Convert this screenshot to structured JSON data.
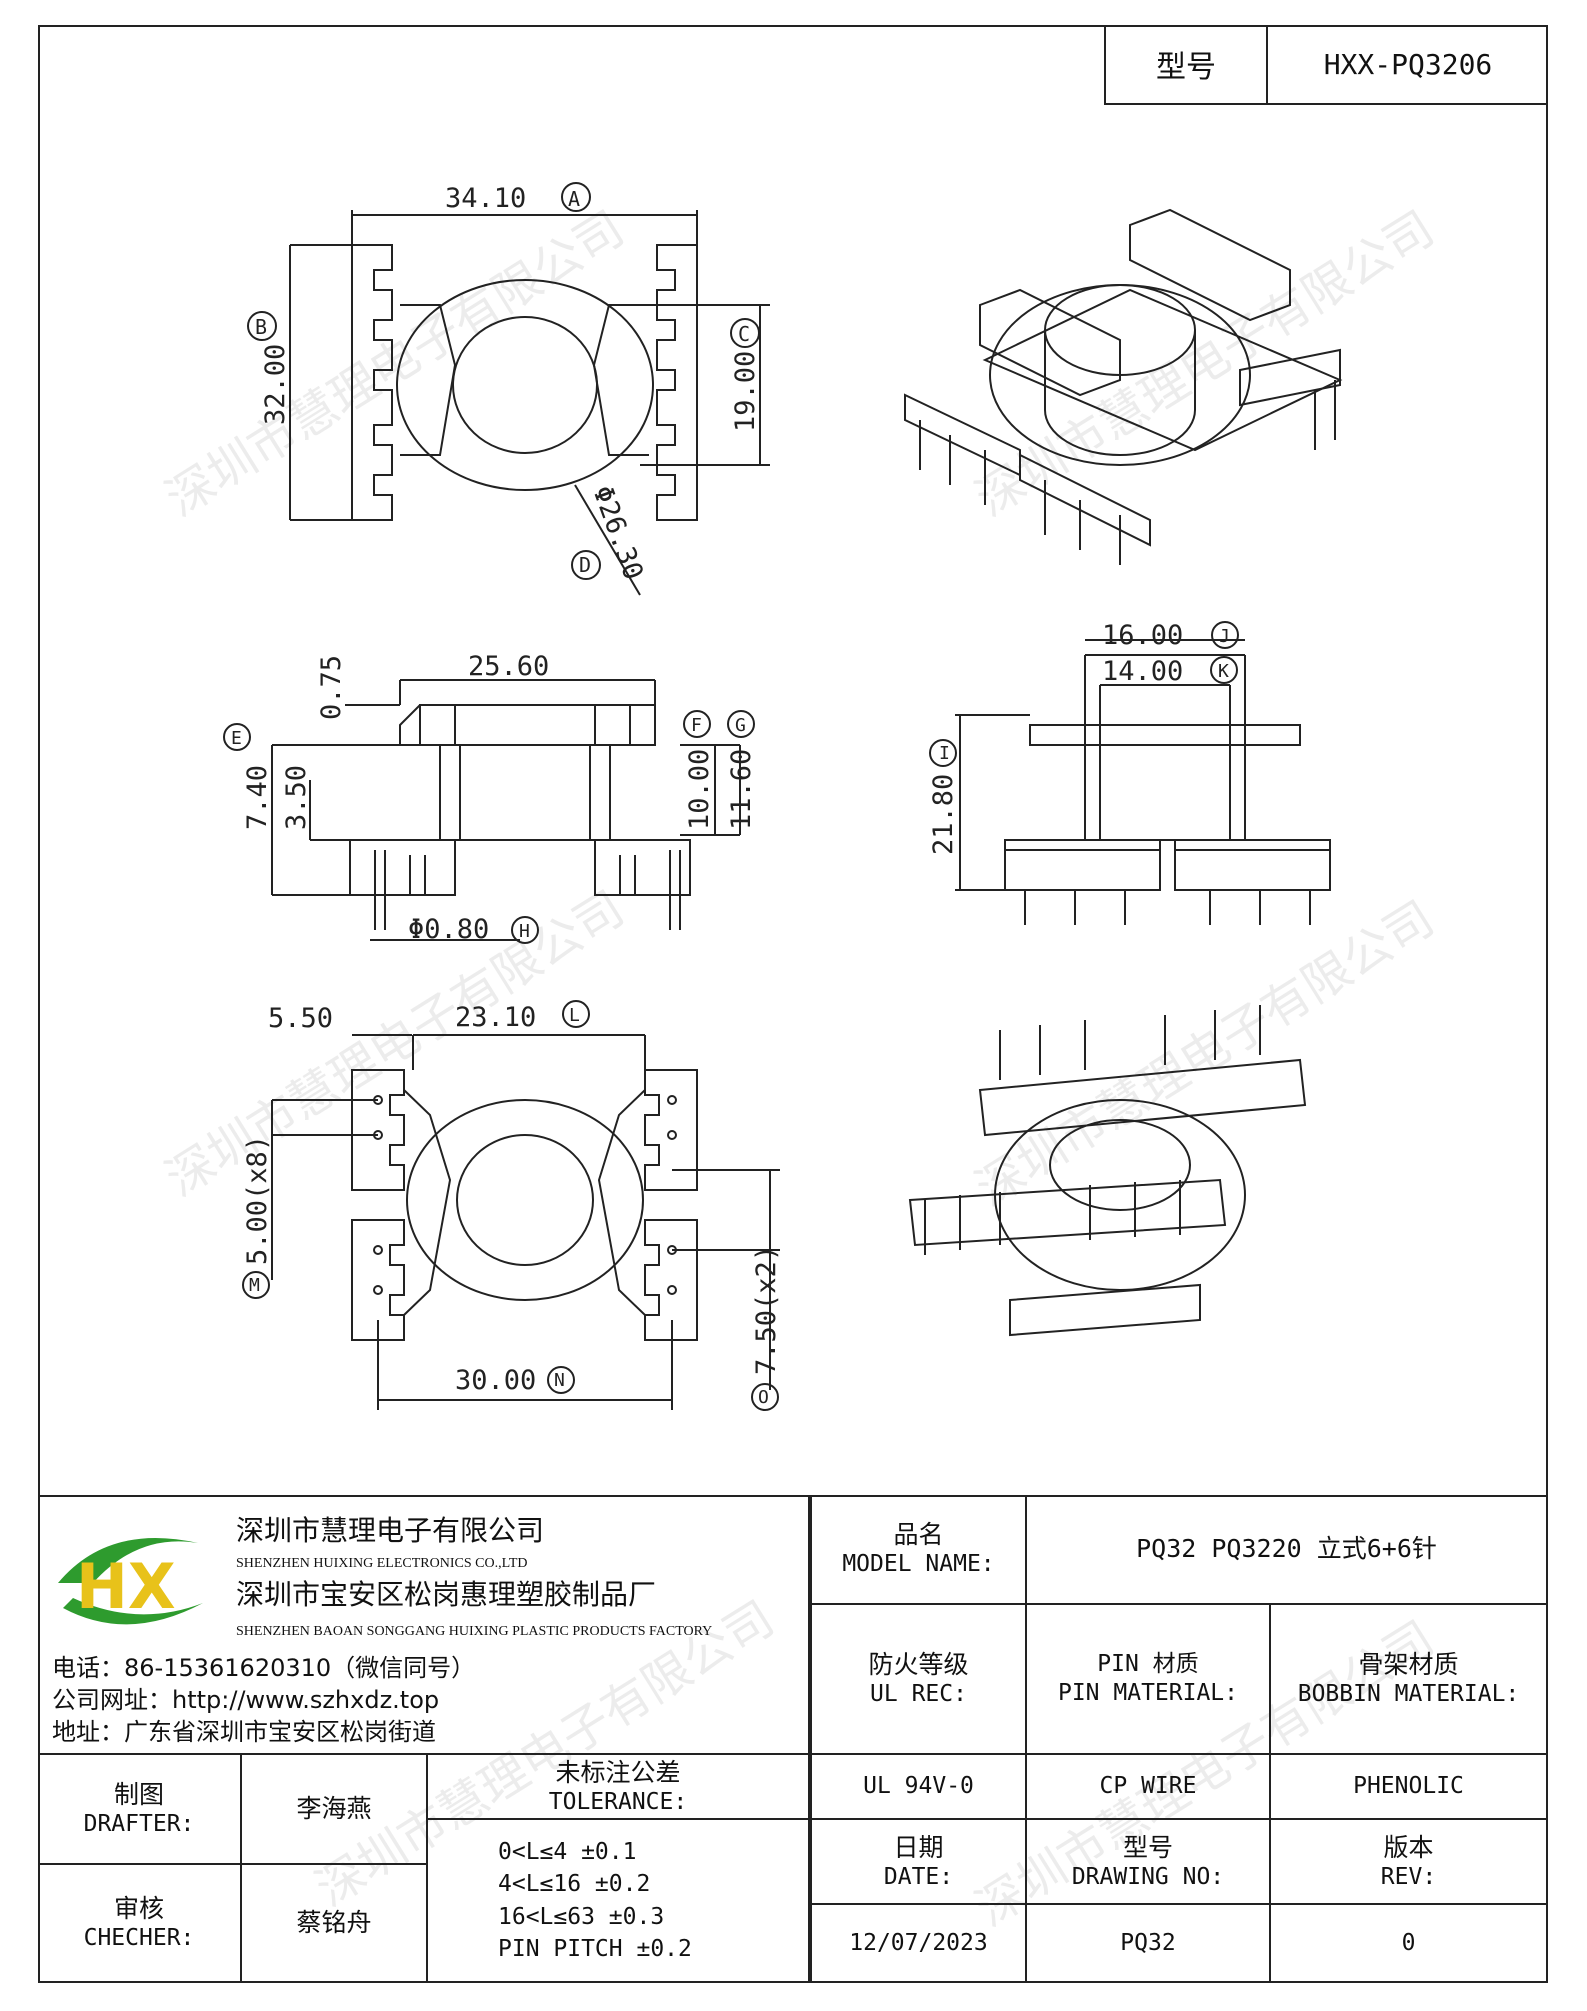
{
  "header": {
    "label": "型号",
    "value": "HXX-PQ3206"
  },
  "watermark": "深圳市慧理电子有限公司",
  "dimensions": {
    "A": "34.10",
    "B": "32.00",
    "C": "19.00",
    "D": "Φ26.30",
    "E": "7.40",
    "F": "10.00",
    "G": "11.60",
    "H": "Φ0.80",
    "top_height": "0.75",
    "top_width": "25.60",
    "inner_height": "3.50",
    "I": "21.80",
    "J": "16.00",
    "K": "14.00",
    "L": "23.10",
    "M": "5.00(x8)",
    "N": "30.00",
    "O": "7.50(x2)",
    "pin_offset": "5.50",
    "letters": {
      "A": "A",
      "B": "B",
      "C": "C",
      "D": "D",
      "E": "E",
      "F": "F",
      "G": "G",
      "H": "H",
      "I": "I",
      "J": "J",
      "K": "K",
      "L": "L",
      "M": "M",
      "N": "N",
      "O": "O"
    }
  },
  "company": {
    "logo_text": "HX",
    "name_cn": "深圳市慧理电子有限公司",
    "name_en": "SHENZHEN HUIXING ELECTRONICS CO.,LTD",
    "factory_cn": "深圳市宝安区松岗惠理塑胶制品厂",
    "factory_en": "SHENZHEN BAOAN SONGGANG HUIXING PLASTIC PRODUCTS FACTORY",
    "phone": "电话：86-15361620310（微信同号）",
    "website": "公司网址：http://www.szhxdz.top",
    "address": "地址：广东省深圳市宝安区松岗街道"
  },
  "titleblock": {
    "model_name_cn": "品名",
    "model_name_en": "MODEL NAME:",
    "model_name_value": "PQ32 PQ3220 立式6+6针",
    "ul_cn": "防火等级",
    "ul_en": "UL REC:",
    "ul_value": "UL 94V-0",
    "pin_cn": "PIN 材质",
    "pin_en": "PIN MATERIAL:",
    "pin_value": "CP WIRE",
    "bobbin_cn": "骨架材质",
    "bobbin_en": "BOBBIN MATERIAL:",
    "bobbin_value": "PHENOLIC",
    "drafter_cn": "制图",
    "drafter_en": "DRAFTER:",
    "drafter_value": "李海燕",
    "checker_cn": "审核",
    "checker_en": "CHECHER:",
    "checker_value": "蔡铭舟",
    "tolerance_cn": "未标注公差",
    "tolerance_en": "TOLERANCE:",
    "tolerance_lines": [
      "0<L≤4  ±0.1",
      "4<L≤16  ±0.2",
      "16<L≤63  ±0.3",
      "PIN PITCH  ±0.2"
    ],
    "date_cn": "日期",
    "date_en": "DATE:",
    "date_value": "12/07/2023",
    "drawing_cn": "型号",
    "drawing_en": "DRAWING NO:",
    "drawing_value": "PQ32",
    "rev_cn": "版本",
    "rev_en": "REV:",
    "rev_value": "0"
  }
}
